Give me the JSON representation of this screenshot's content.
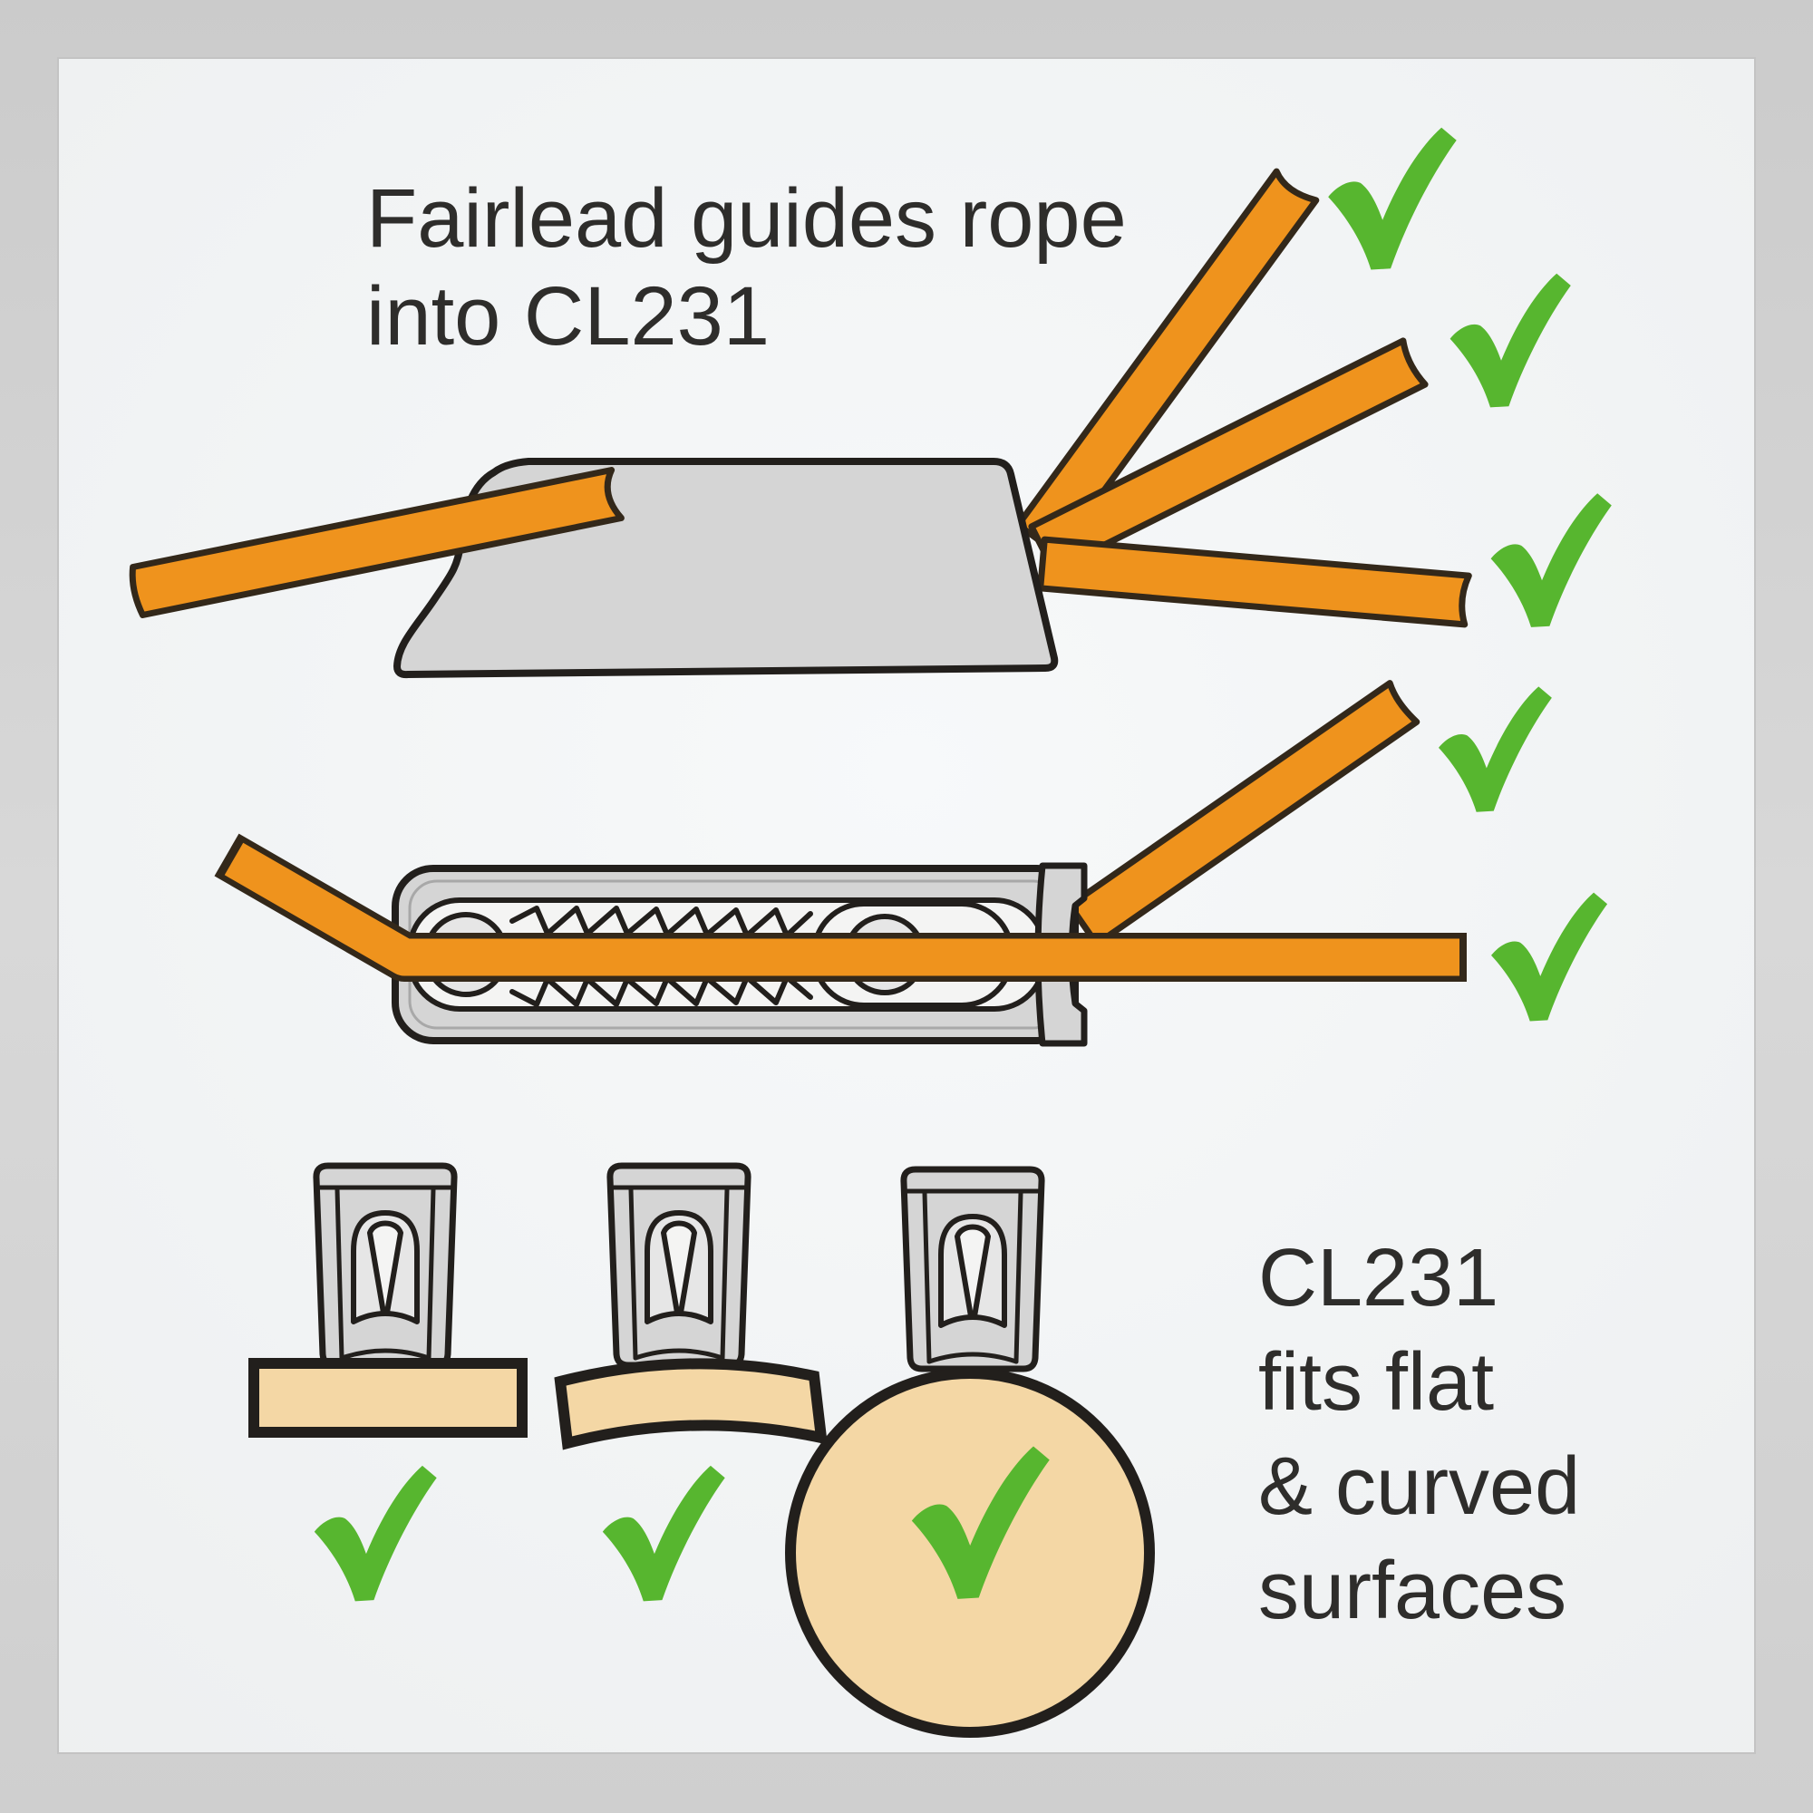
{
  "title": {
    "line1": "Fairlead guides rope",
    "line2": "into CL231"
  },
  "caption": {
    "line1": "CL231",
    "line2": "fits flat",
    "line3": "& curved",
    "line4": "surfaces"
  },
  "icons": {
    "checkmark": "✓"
  },
  "checkmark_counts": {
    "side_view_diagram": 3,
    "top_view_diagram": 2,
    "surface_mount_diagram": 3,
    "total": 8
  },
  "colors": {
    "frame_top": "#cbcbcb",
    "frame_bottom": "#d8d8d8",
    "canvas_center": "#f6f8f9",
    "canvas_edge": "#eef0f1",
    "outline_dark": "#221f1c",
    "rope_orange": "#EF931D",
    "rope_outline": "#33281a",
    "cleat_gray": "#d5d5d5",
    "cleat_gray_light": "#e6e6e6",
    "cleat_inner_light": "#f4f4f3",
    "check_green": "#57b62f",
    "wood_tan": "#f4d7a5",
    "text_dark": "#2e2d2b"
  }
}
